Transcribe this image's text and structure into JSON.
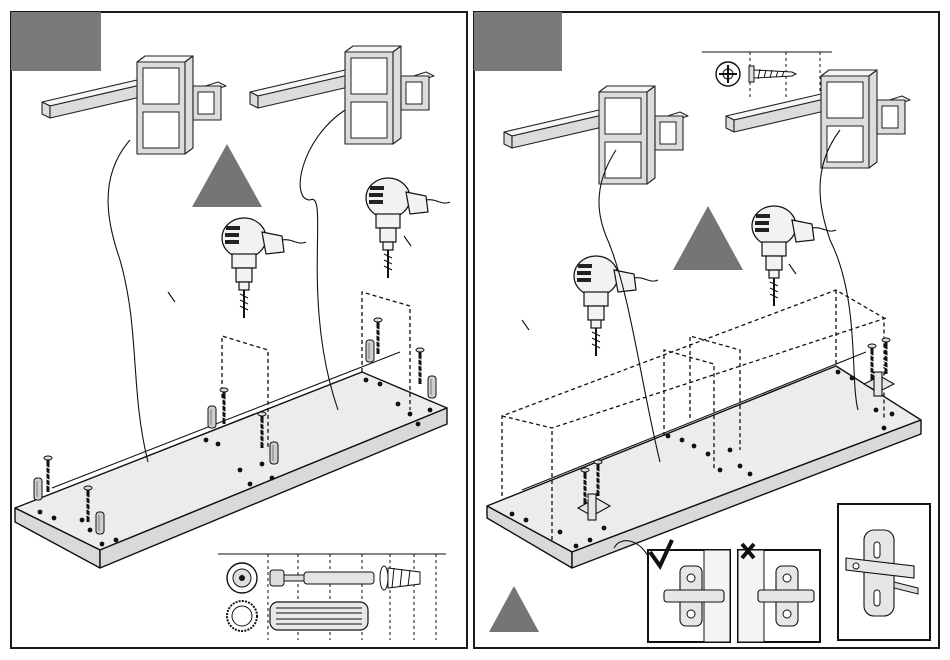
{
  "figure": {
    "colors": {
      "step_tab": "#7a7a7a",
      "warning": "#757575",
      "board": "#ececec",
      "line": "#111111"
    },
    "panels": [
      {
        "name": "left-assembly-panel",
        "step_tab": "blank-step-tab",
        "icons": [
          "shelf-unit-icon",
          "warning-triangle-icon",
          "drill-icon",
          "dowel-icon",
          "screw-icon"
        ],
        "legend_icons": [
          "screw-head-icon",
          "screw-icon",
          "dowel-icon",
          "dowel-end-icon"
        ]
      },
      {
        "name": "right-assembly-panel",
        "step_tab": "blank-step-tab",
        "icons": [
          "shelf-unit-icon",
          "warning-triangle-icon",
          "drill-icon",
          "hinge-plate-icon",
          "screw-icon"
        ],
        "legend_icons": [
          "phillips-head-icon",
          "screw-icon"
        ],
        "details": [
          {
            "name": "correct-orientation",
            "icon": "check-mark-icon"
          },
          {
            "name": "wrong-orientation",
            "icon": "cross-mark-icon"
          },
          {
            "name": "hinge-plate-closeup",
            "icon": "hinge-plate-icon"
          }
        ]
      }
    ]
  }
}
